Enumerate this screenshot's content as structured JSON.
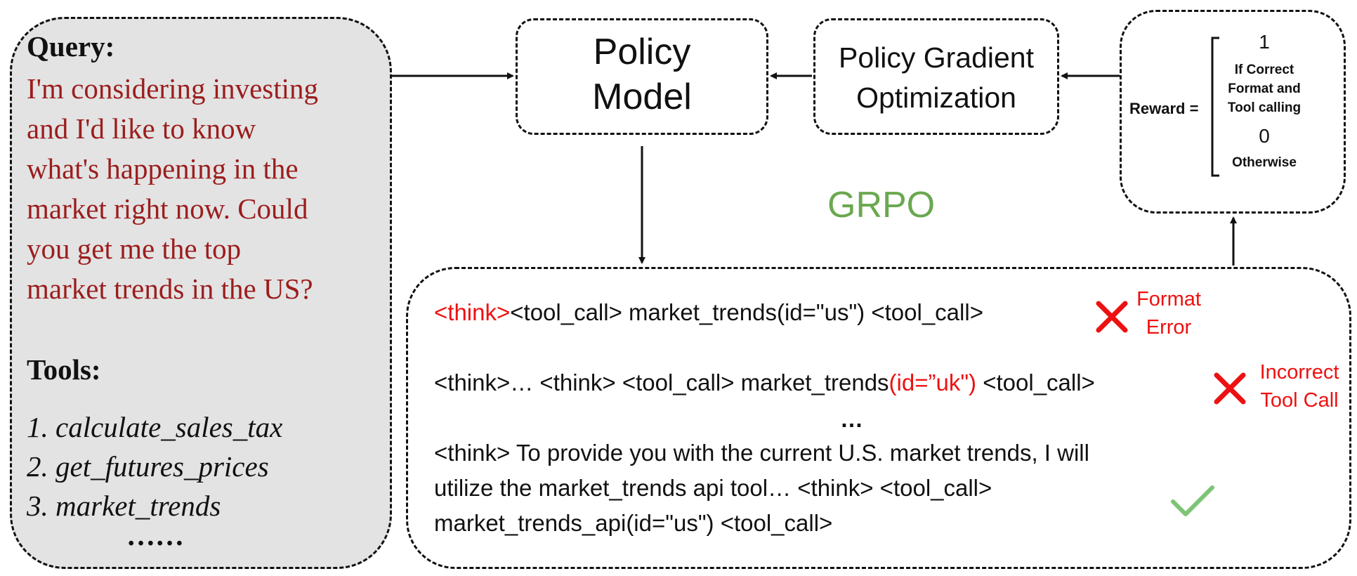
{
  "query": {
    "heading": "Query:",
    "text": "I'm considering investing\nand I'd like to know\nwhat's happening in the\nmarket right now. Could\nyou get me the top\nmarket trends in the US?"
  },
  "tools": {
    "heading": "Tools:",
    "items": [
      "1. calculate_sales_tax",
      "2. get_futures_prices",
      "3. market_trends"
    ],
    "ellipsis": "……"
  },
  "policy_model": {
    "label": "Policy\nModel"
  },
  "policy_gradient": {
    "label": "Policy Gradient\nOptimization"
  },
  "reward": {
    "label": "Reward =",
    "value_correct": "1",
    "condition_correct": "If Correct\nFormat  and\nTool calling",
    "value_otherwise": "0",
    "condition_otherwise": "Otherwise"
  },
  "grpo_label": "GRPO",
  "outputs": {
    "line1": {
      "highlight": "<think>",
      "rest": "<tool_call> market_trends(id=\"us\") <tool_call>",
      "error": "Format\nError"
    },
    "line2": {
      "prefix": "<think>… <think> <tool_call> market_trends",
      "highlight": "(id=”uk\")",
      "suffix": " <tool_call>",
      "error": "Incorrect\nTool Call"
    },
    "dots": "…",
    "line3": [
      "<think> To provide you with the current U.S. market trends, I will",
      "utilize the market_trends api tool… <think> <tool_call>",
      "market_trends_api(id=\"us\") <tool_call>"
    ]
  },
  "colors": {
    "query_text": "#9b1d1d",
    "error": "#ee1111",
    "grpo": "#6aa84f",
    "check": "#7cc576",
    "query_bg": "#e3e3e3"
  },
  "icons": [
    "cross-icon",
    "check-icon",
    "arrow-icon"
  ]
}
